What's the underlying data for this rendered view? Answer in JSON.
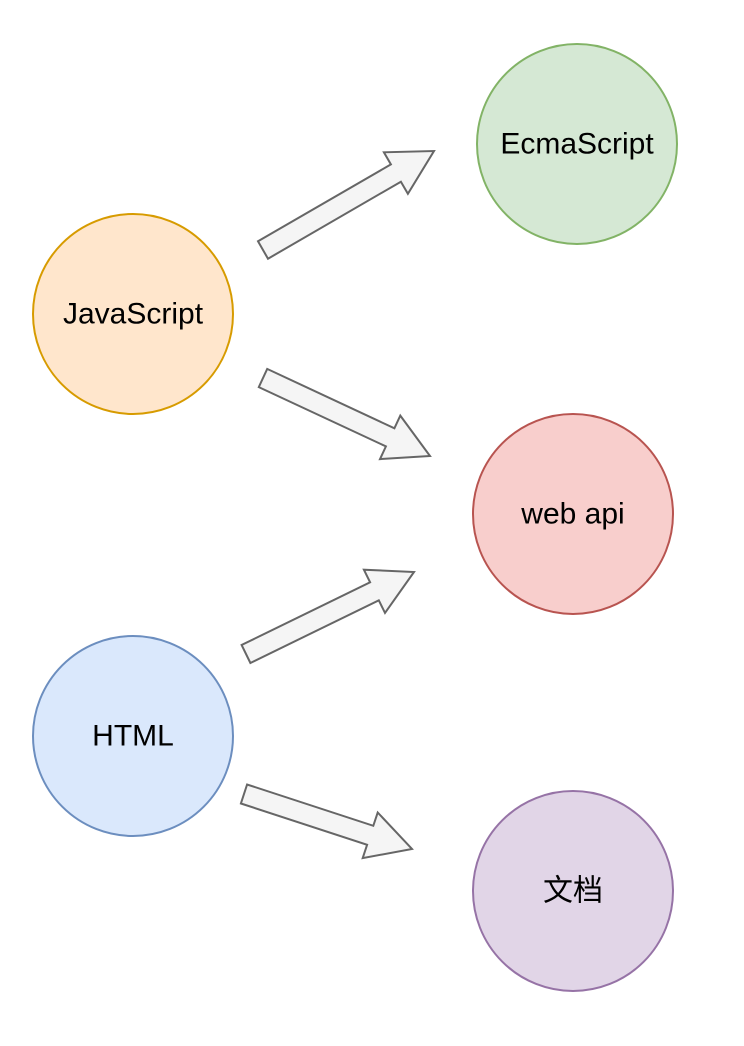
{
  "nodes": {
    "javascript": {
      "label": "JavaScript",
      "fill": "#ffe6cc",
      "stroke": "#d79b00"
    },
    "html": {
      "label": "HTML",
      "fill": "#dae8fc",
      "stroke": "#6c8ebf"
    },
    "ecmascript": {
      "label": "EcmaScript",
      "fill": "#d5e8d4",
      "stroke": "#82b366"
    },
    "webapi": {
      "label": "web api",
      "fill": "#f8cecc",
      "stroke": "#b85450"
    },
    "document": {
      "label": "文档",
      "fill": "#e1d5e7",
      "stroke": "#9673a6"
    }
  },
  "edges": [
    {
      "from": "JavaScript",
      "to": "EcmaScript"
    },
    {
      "from": "JavaScript",
      "to": "web api"
    },
    {
      "from": "HTML",
      "to": "web api"
    },
    {
      "from": "HTML",
      "to": "文档"
    }
  ],
  "arrow_style": {
    "fill": "#f5f5f5",
    "stroke": "#666666"
  }
}
